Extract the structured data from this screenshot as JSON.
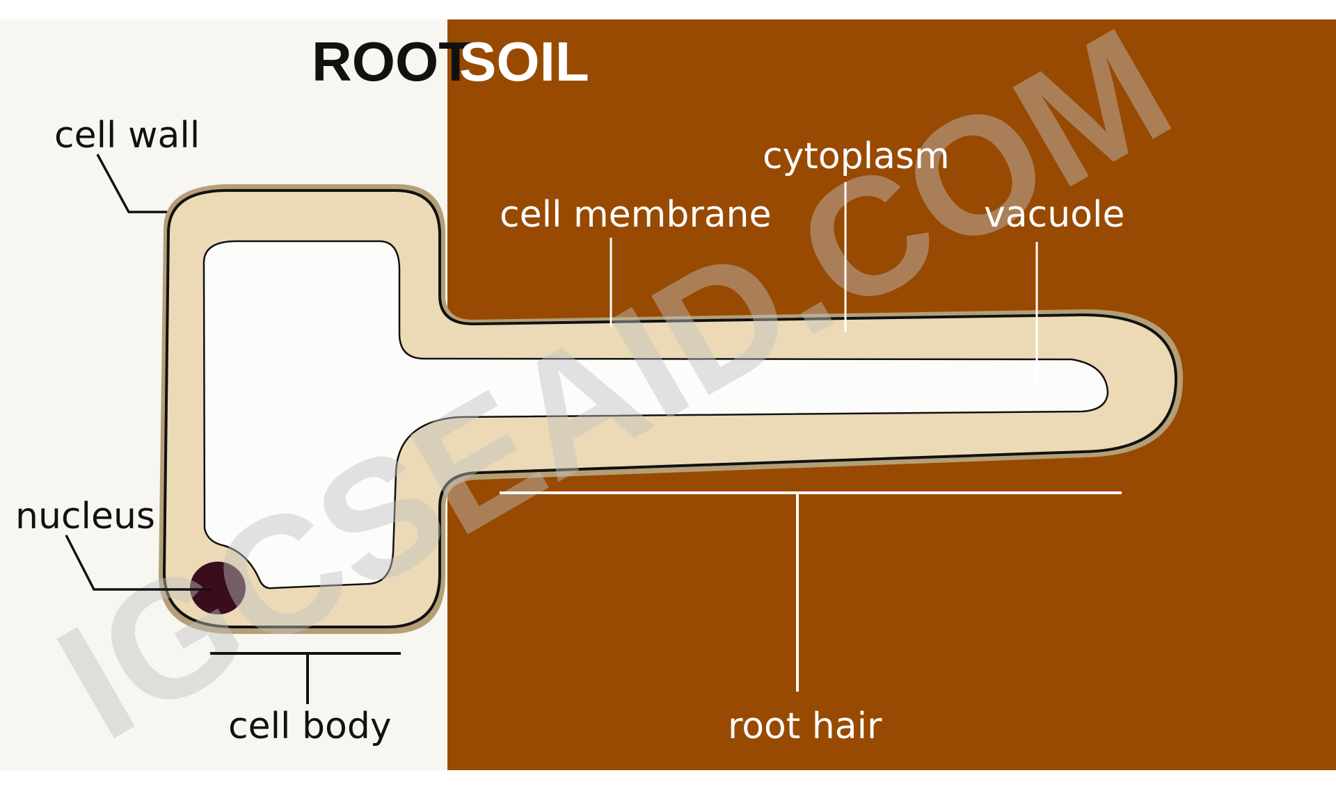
{
  "header": {
    "left_title": "ROOT",
    "right_title": "SOIL"
  },
  "labels": {
    "cell_wall": "cell wall",
    "cell_membrane": "cell membrane",
    "cytoplasm": "cytoplasm",
    "vacuole": "vacuole",
    "nucleus": "nucleus",
    "cell_body": "cell body",
    "root_hair": "root hair"
  },
  "watermark": "IGCSEAID.COM",
  "colors": {
    "root_background": "#f7f6f1",
    "soil_background": "#984a02",
    "cell_wall_outer": "#b59f77",
    "cytoplasm": "#ecdab6",
    "vacuole": "#fcfcfb",
    "nucleus": "#3a0d1c",
    "outline": "#111111",
    "label_on_root": "#111111",
    "label_on_soil": "#ffffff"
  }
}
